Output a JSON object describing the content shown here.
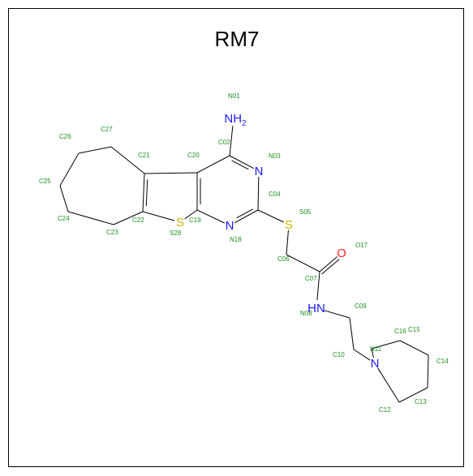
{
  "title": "RM7",
  "colors": {
    "bond": "#000000",
    "label": "#1f8f1f",
    "N": "#1a1aff",
    "O": "#ff2020",
    "S": "#c8b400"
  },
  "atoms": [
    {
      "id": "N01",
      "label": "N01",
      "sym": "NH2",
      "el": "N"
    },
    {
      "id": "C02",
      "label": "C02",
      "el": "C"
    },
    {
      "id": "N03",
      "label": "N03",
      "sym": "N",
      "el": "N"
    },
    {
      "id": "C04",
      "label": "C04",
      "el": "C"
    },
    {
      "id": "S05",
      "label": "S05",
      "sym": "S",
      "el": "S"
    },
    {
      "id": "C06",
      "label": "C06",
      "el": "C"
    },
    {
      "id": "C07",
      "label": "C07",
      "el": "C"
    },
    {
      "id": "N08",
      "label": "N08",
      "sym": "HN",
      "el": "N"
    },
    {
      "id": "C09",
      "label": "C09",
      "el": "C"
    },
    {
      "id": "C10",
      "label": "C10",
      "el": "C"
    },
    {
      "id": "N11",
      "label": "N11",
      "sym": "N",
      "el": "N"
    },
    {
      "id": "C12",
      "label": "C12",
      "el": "C"
    },
    {
      "id": "C13",
      "label": "C13",
      "el": "C"
    },
    {
      "id": "C14",
      "label": "C14",
      "el": "C"
    },
    {
      "id": "C15",
      "label": "C15",
      "el": "C"
    },
    {
      "id": "C16",
      "label": "C16",
      "el": "C"
    },
    {
      "id": "O17",
      "label": "O17",
      "sym": "O",
      "el": "O"
    },
    {
      "id": "N18",
      "label": "N18",
      "sym": "N",
      "el": "N"
    },
    {
      "id": "C19",
      "label": "C19",
      "el": "C"
    },
    {
      "id": "C20",
      "label": "C20",
      "el": "C"
    },
    {
      "id": "C21",
      "label": "C21",
      "el": "C"
    },
    {
      "id": "C22",
      "label": "C22",
      "el": "C"
    },
    {
      "id": "C23",
      "label": "C23",
      "el": "C"
    },
    {
      "id": "C24",
      "label": "C24",
      "el": "C"
    },
    {
      "id": "C25",
      "label": "C25",
      "el": "C"
    },
    {
      "id": "C26",
      "label": "C26",
      "el": "C"
    },
    {
      "id": "C27",
      "label": "C27",
      "el": "C"
    },
    {
      "id": "S28",
      "label": "S28",
      "sym": "S",
      "el": "S"
    }
  ],
  "bonds": [
    [
      "N01",
      "C02",
      1
    ],
    [
      "C02",
      "N03",
      2
    ],
    [
      "N03",
      "C04",
      1
    ],
    [
      "C04",
      "N18",
      2
    ],
    [
      "N18",
      "C19",
      1
    ],
    [
      "C19",
      "C20",
      2
    ],
    [
      "C20",
      "C02",
      1
    ],
    [
      "C04",
      "S05",
      1
    ],
    [
      "S05",
      "C06",
      1
    ],
    [
      "C06",
      "C07",
      1
    ],
    [
      "C07",
      "O17",
      2
    ],
    [
      "C07",
      "N08",
      1
    ],
    [
      "N08",
      "C09",
      1
    ],
    [
      "C09",
      "C10",
      1
    ],
    [
      "C10",
      "N11",
      1
    ],
    [
      "N11",
      "C12",
      1
    ],
    [
      "C12",
      "C13",
      1
    ],
    [
      "C13",
      "C14",
      1
    ],
    [
      "C14",
      "C15",
      1
    ],
    [
      "C15",
      "C16",
      1
    ],
    [
      "C16",
      "N11",
      1
    ],
    [
      "C19",
      "S28",
      1
    ],
    [
      "S28",
      "C22",
      1
    ],
    [
      "C22",
      "C21",
      2
    ],
    [
      "C21",
      "C20",
      1
    ],
    [
      "C21",
      "C27",
      1
    ],
    [
      "C27",
      "C26",
      1
    ],
    [
      "C26",
      "C25",
      1
    ],
    [
      "C25",
      "C24",
      1
    ],
    [
      "C24",
      "C23",
      1
    ],
    [
      "C23",
      "C22",
      1
    ]
  ]
}
